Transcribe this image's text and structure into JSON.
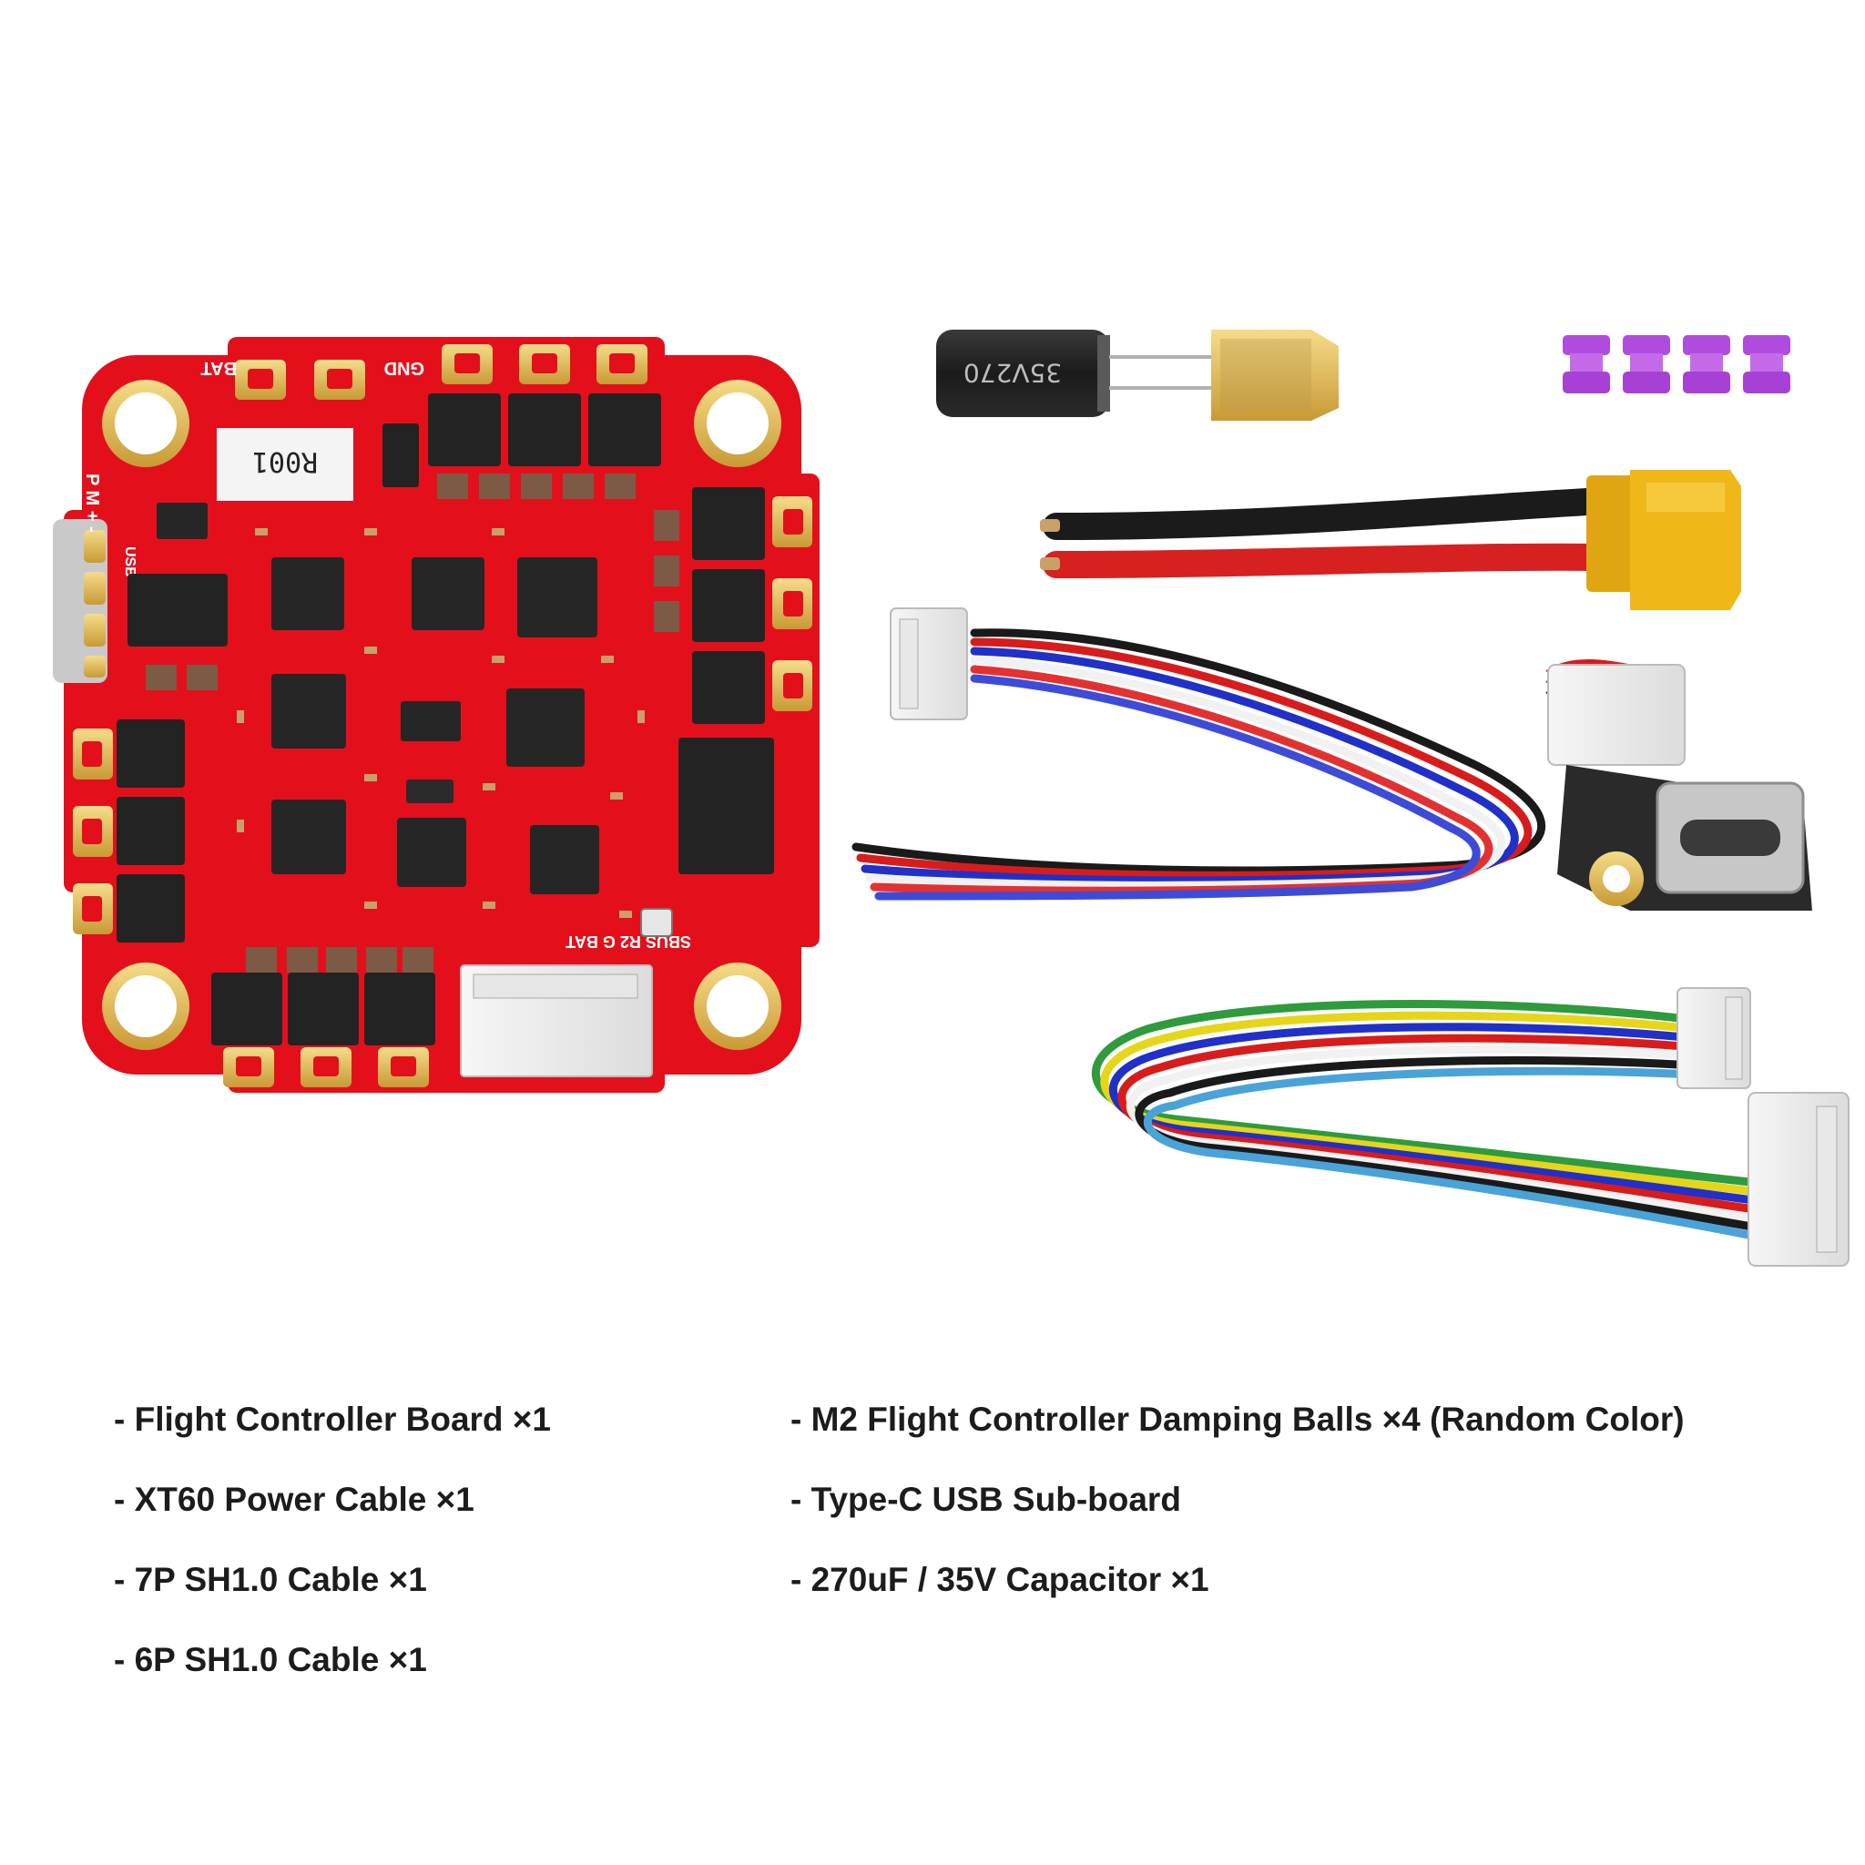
{
  "board": {
    "label_bat": "BAT",
    "label_gnd": "GND",
    "label_tag": "R001",
    "label_side": "P M + -",
    "label_usb": "USB",
    "label_bottom": "SBUS R2 G BAT"
  },
  "capacitor": {
    "marking": "35V270"
  },
  "package_list": {
    "left": [
      "- Flight Controller Board ×1",
      "- XT60 Power Cable ×1",
      "- 7P SH1.0 Cable ×1",
      "- 6P SH1.0 Cable ×1"
    ],
    "right": [
      "- M2 Flight Controller Damping Balls ×4 (Random Color)",
      "- Type-C USB Sub-board",
      "- 270uF / 35V Capacitor ×1"
    ]
  },
  "colors": {
    "pcb_red": "#e3101b",
    "pad_gold": "#e8c25a",
    "damper_purple": "#b04be0",
    "xt60_yellow": "#f0b719",
    "chip_black": "#232323"
  },
  "icons": {
    "damping_ball": "purple-damping-ball",
    "usb": "type-c-connector"
  }
}
